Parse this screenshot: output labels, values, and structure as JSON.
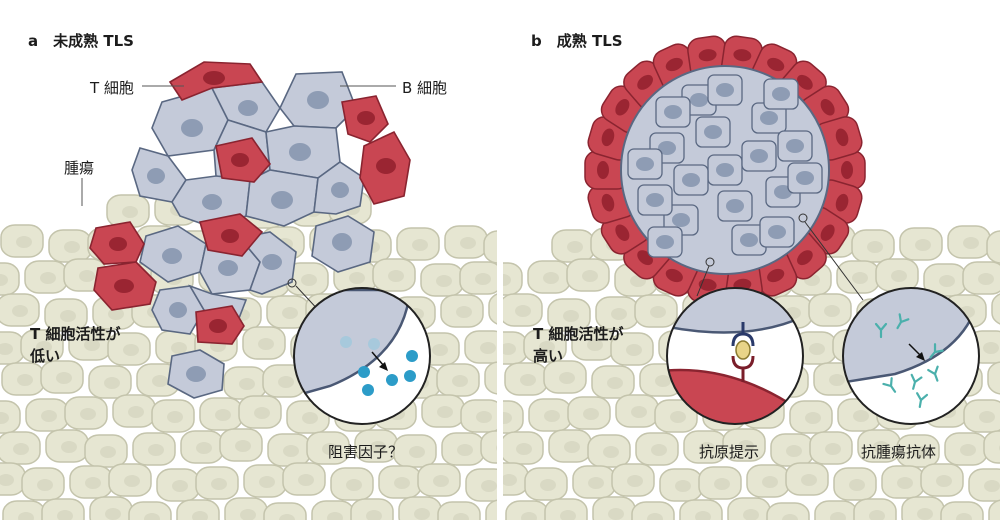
{
  "panel_a": {
    "title": "a　未成熟 TLS",
    "label_t_cell": "T 細胞",
    "label_b_cell": "B 細胞",
    "label_tumor": "腫瘍",
    "activity_line1": "T 細胞活性が",
    "activity_line2": "低い",
    "inset_caption": "阻害因子？"
  },
  "panel_b": {
    "title": "b　成熟 TLS",
    "activity_line1": "T 細胞活性が",
    "activity_line2": "高い",
    "inset_left_caption": "抗原提示",
    "inset_right_caption": "抗腫瘍抗体"
  },
  "colors": {
    "tumor_fill": "#e6e6d2",
    "tumor_stroke": "#c4c4ac",
    "b_cell_fill": "#c4cad9",
    "b_cell_nucleus": "#8e9cb4",
    "t_cell_fill": "#c94652",
    "t_cell_nucleus": "#9a2532",
    "inhibitor_dot": "#2c9cc8",
    "antibody": "#4bb0ac"
  }
}
